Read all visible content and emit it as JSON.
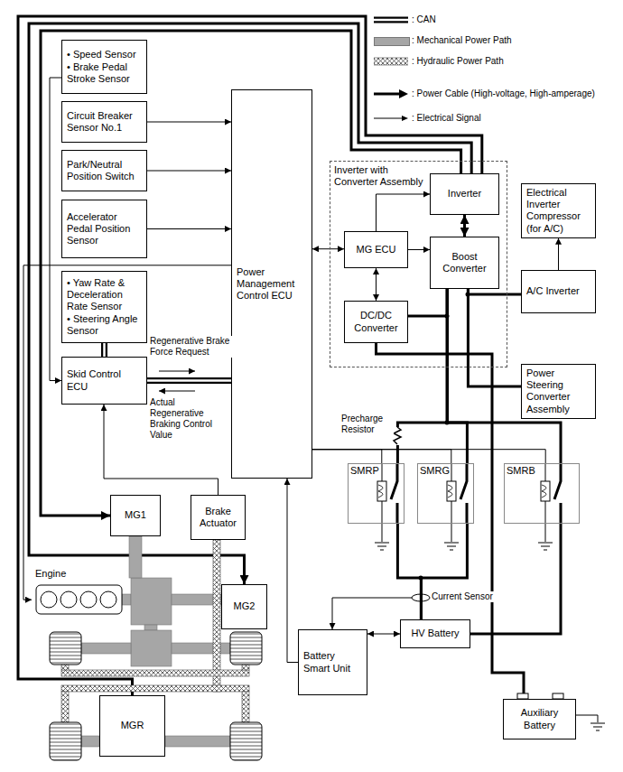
{
  "diagram": {
    "nodes": [
      {
        "text": [
          "• Speed Sensor",
          "• Brake Pedal Stroke Sensor"
        ]
      },
      {
        "text": [
          "Circuit Breaker Sensor No.1"
        ]
      },
      {
        "text": [
          "Park/Neutral Position Switch"
        ]
      },
      {
        "text": [
          "Accelerator Pedal Position Sensor"
        ]
      },
      {
        "text": [
          "• Yaw Rate & Deceleration Rate Sensor",
          "• Steering Angle Sensor"
        ]
      },
      {
        "text": [
          "Skid Control ECU"
        ]
      },
      {
        "text": [
          "Power Management Control ECU"
        ]
      },
      {
        "text": [
          "Inverter with Converter Assembly"
        ]
      },
      {
        "text": [
          "Inverter"
        ],
        "in": 7
      },
      {
        "text": [
          "MG ECU"
        ],
        "in": 7
      },
      {
        "text": [
          "Boost Converter"
        ],
        "in": 7
      },
      {
        "text": [
          "DC/DC Converter"
        ],
        "in": 7
      },
      {
        "text": [
          "Electrical Inverter Compressor (for A/C)"
        ]
      },
      {
        "text": [
          "A/C Inverter"
        ]
      },
      {
        "text": [
          "Power Steering Converter Assembly"
        ]
      },
      {
        "text": [
          "MG1"
        ]
      },
      {
        "text": [
          "Brake Actuator"
        ]
      },
      {
        "text": [
          "Engine"
        ]
      },
      {
        "text": [
          "MG2"
        ]
      },
      {
        "text": [
          "SMRP"
        ]
      },
      {
        "text": [
          "SMRG"
        ]
      },
      {
        "text": [
          "SMRB"
        ]
      },
      {
        "text": [
          "MGR"
        ]
      },
      {
        "text": [
          "Battery Smart Unit"
        ]
      },
      {
        "text": [
          "HV Battery"
        ]
      },
      {
        "text": [
          "Auxiliary Battery"
        ]
      }
    ],
    "edges": [
      {
        "from": 0,
        "to": 5,
        "arrow": "to"
      },
      {
        "from": 1,
        "to": 6,
        "arrow": "to"
      },
      {
        "from": 2,
        "to": 6,
        "arrow": "to"
      },
      {
        "from": 3,
        "to": 6,
        "arrow": "to"
      },
      {
        "from": 4,
        "to": 5,
        "arrow": "none"
      },
      {
        "from": 5,
        "to": 6,
        "arrow": "none"
      },
      {
        "from": 6,
        "to": 9,
        "arrow": "both"
      },
      {
        "from": 9,
        "to": 8,
        "arrow": "to"
      },
      {
        "from": 9,
        "to": 10,
        "arrow": "to"
      },
      {
        "from": 9,
        "to": 11,
        "arrow": "both"
      },
      {
        "from": 10,
        "to": 8,
        "arrow": "both"
      },
      {
        "from": 8,
        "to": 15,
        "arrow": "to"
      },
      {
        "from": 8,
        "to": 18,
        "arrow": "to"
      },
      {
        "from": 8,
        "to": 22,
        "arrow": "to"
      },
      {
        "from": 6,
        "to": 17,
        "arrow": "to"
      },
      {
        "from": 16,
        "to": 5,
        "arrow": "to"
      },
      {
        "from": 10,
        "to": 11,
        "arrow": "none"
      },
      {
        "from": 10,
        "to": 13,
        "arrow": "none"
      },
      {
        "from": 10,
        "to": 14,
        "arrow": "none"
      },
      {
        "from": 13,
        "to": 12,
        "arrow": "to"
      },
      {
        "from": 11,
        "to": 25,
        "arrow": "none"
      },
      {
        "from": 6,
        "to": 19,
        "arrow": "none"
      },
      {
        "from": 6,
        "to": 20,
        "arrow": "none"
      },
      {
        "from": 6,
        "to": 21,
        "arrow": "none"
      },
      {
        "from": 10,
        "to": 19,
        "arrow": "none"
      },
      {
        "from": 10,
        "to": 20,
        "arrow": "none"
      },
      {
        "from": 10,
        "to": 21,
        "arrow": "none"
      },
      {
        "from": 19,
        "to": 24,
        "arrow": "none"
      },
      {
        "from": 20,
        "to": 24,
        "arrow": "none"
      },
      {
        "from": 21,
        "to": 24,
        "arrow": "none"
      },
      {
        "from": 24,
        "to": 23,
        "arrow": "both"
      },
      {
        "from": 23,
        "to": 6,
        "arrow": "to"
      }
    ],
    "labels": [
      "Regenerative Brake Force Request",
      "Actual Regenerative Braking Control Value",
      "Precharge Resistor",
      "Current Sensor"
    ],
    "legend": [
      {
        "text": ": CAN"
      },
      {
        "text": ": Mechanical Power Path",
        "color": "#a6a6a6"
      },
      {
        "text": ": Hydraulic Power Path"
      },
      {
        "text": ": Power Cable (High-voltage, High-amperage)"
      },
      {
        "text": ": Electrical Signal"
      }
    ]
  }
}
